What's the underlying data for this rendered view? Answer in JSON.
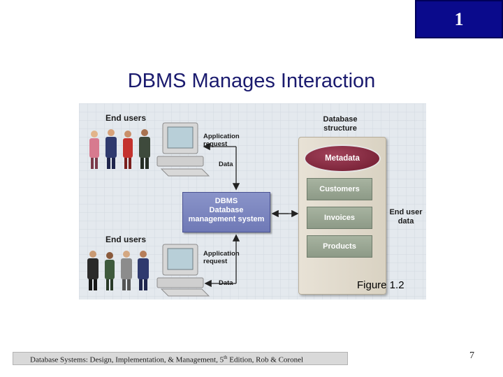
{
  "slide": {
    "chapter_number": "1",
    "title": "DBMS Manages Interaction",
    "page_number": "7"
  },
  "figure": {
    "end_users_top": "End users",
    "end_users_bottom": "End users",
    "application_request_top": "Application request",
    "data_top": "Data",
    "application_request_bottom": "Application request",
    "data_bottom": "Data",
    "dbms_line1": "DBMS",
    "dbms_line2": "Database",
    "dbms_line3": "management system",
    "database_structure_line1": "Database",
    "database_structure_line2": "structure",
    "metadata": "Metadata",
    "tables": [
      "Customers",
      "Invoices",
      "Products"
    ],
    "end_user_data_line1": "End user",
    "end_user_data_line2": "data",
    "caption": "Figure 1.2",
    "colors": {
      "dbms_box": "#7b85bf",
      "metadata": "#8a2d45",
      "tables": "#98a592",
      "background": "#e4e9ee"
    }
  },
  "footer": {
    "text_before": "Database Systems: Design, Implementation, & Management, 5",
    "superscript": "th",
    "text_after": " Edition, Rob & Coronel"
  }
}
